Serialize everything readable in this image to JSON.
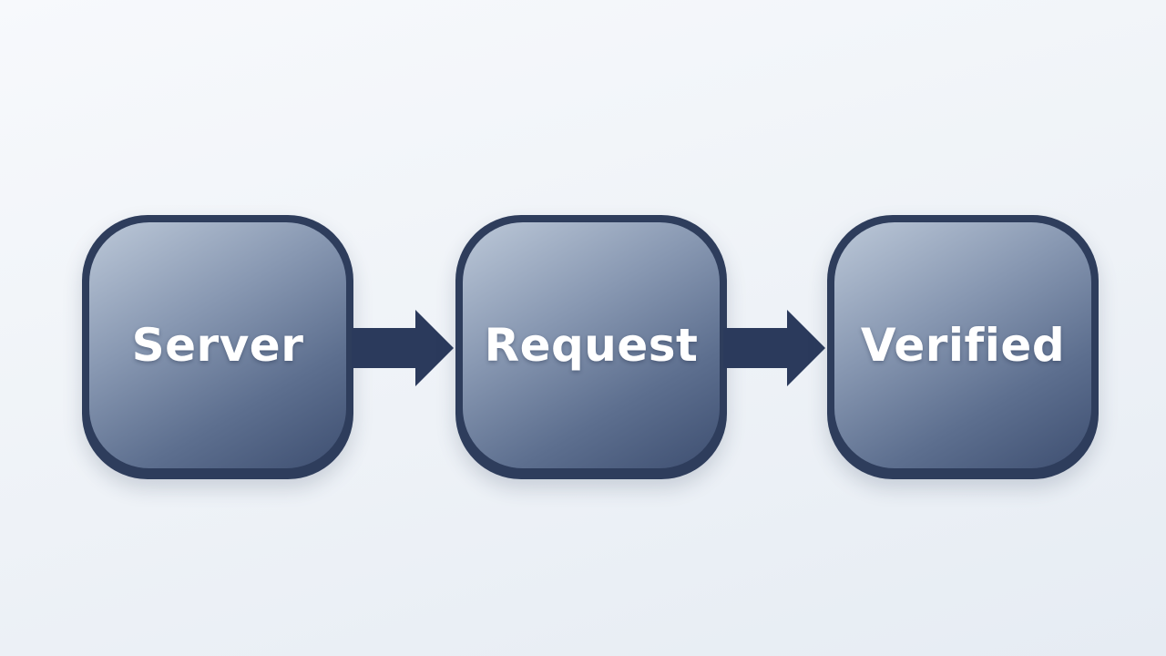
{
  "diagram": {
    "nodes": [
      {
        "label": "Server"
      },
      {
        "label": "Request"
      },
      {
        "label": "Verified"
      }
    ],
    "edges": [
      {
        "from": "Server",
        "to": "Request"
      },
      {
        "from": "Request",
        "to": "Verified"
      }
    ]
  },
  "colors": {
    "background": "#eef2f7",
    "node_edge": "#2e3d5c",
    "node_fill_light": "#bcc8d8",
    "node_fill_dark": "#3e4f71",
    "arrow": "#2b3a5c",
    "label": "#ffffff"
  }
}
